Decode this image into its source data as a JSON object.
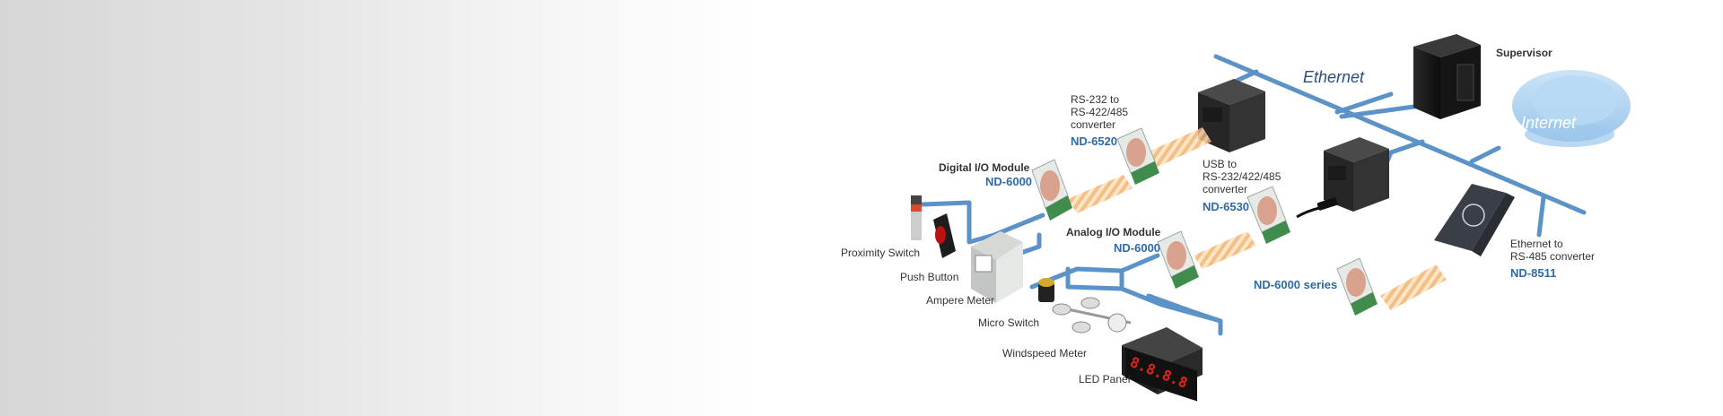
{
  "labels": {
    "ethernet": "Ethernet",
    "internet": "Internet",
    "supervisor": "Supervisor",
    "rs232_line1": "RS-232 to",
    "rs232_line2": "RS-422/485",
    "rs232_line3": "converter",
    "nd6520": "ND-6520",
    "digital_io": "Digital I/O Module",
    "nd6000_digital": "ND-6000",
    "usb_line1": "USB to",
    "usb_line2": "RS-232/422/485",
    "usb_line3": "converter",
    "nd6530": "ND-6530",
    "analog_io": "Analog I/O Module",
    "nd6000_analog": "ND-6000",
    "eth485_line1": "Ethernet to",
    "eth485_line2": "RS-485 converter",
    "nd8511": "ND-8511",
    "nd6000_series": "ND-6000 series",
    "proximity_switch": "Proximity Switch",
    "push_button": "Push Button",
    "ampere_meter": "Ampere Meter",
    "micro_switch": "Micro Switch",
    "windspeed_meter": "Windspeed Meter",
    "led_panel": "LED Panel",
    "led_digits": "8.8.8.8"
  },
  "colors": {
    "pipe": "#5b93c9",
    "model_text": "#2f6aa8",
    "network_text": "#2b4e7e",
    "cloud": "#9cc8ec",
    "module_body": "#e7e9e4",
    "module_green": "#3f8c4d",
    "led_red": "#e2231a"
  }
}
